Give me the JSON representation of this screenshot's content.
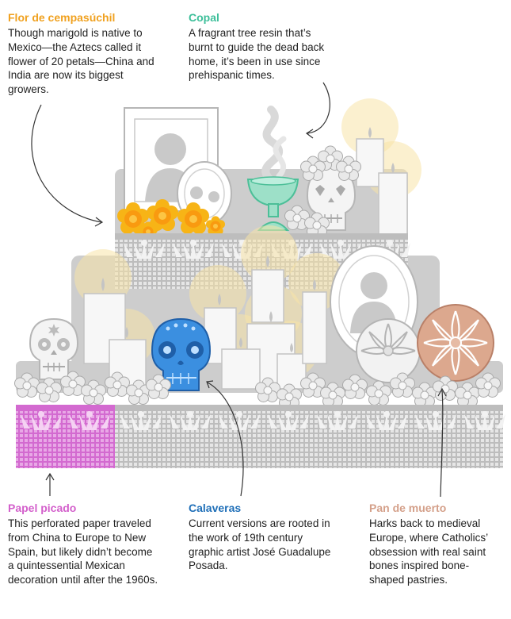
{
  "callouts": {
    "flor": {
      "title": "Flor de cempasúchil",
      "text": "Though marigold is native to Mexico—the Aztecs called it flower of 20 petals—China and India are now its biggest growers.",
      "color": "#f0a11f"
    },
    "copal": {
      "title": "Copal",
      "text": "A fragrant tree resin that’s burnt to guide the dead back home, it’s been in use since prehispanic times.",
      "color": "#3dbf9a"
    },
    "papel": {
      "title": "Papel picado",
      "text": "This perforated paper traveled from China to Europe to New Spain, but likely didn’t become a quintessential Mexican decoration until after the 1960s.",
      "color": "#d35fcb"
    },
    "calaveras": {
      "title": "Calaveras",
      "text": "Current versions are rooted in the work of 19th century graphic artist José Guadalupe Posada.",
      "color": "#1f6fb8"
    },
    "pan": {
      "title": "Pan de muerto",
      "text": "Harks back to medieval Europe, where Catholics’ obsession with real saint bones inspired bone-shaped pastries.",
      "color": "#d4a08a"
    }
  },
  "colors": {
    "altar_gray": "#cdcdcd",
    "paper_gray": "#bdbdbd",
    "candle_glow": "#f8e3a8",
    "marigold": "#f7b416",
    "calavera_blue": "#3b8fe0",
    "copal_cup": "#9de0c8",
    "pink_paper": "#d36ad0",
    "pan_muerto": "#dca88e"
  },
  "icons": [
    "marigold-icon",
    "sugar-skull-icon",
    "copal-cup-icon",
    "smoke-icon",
    "candle-icon",
    "picture-frame-icon",
    "pan-de-muerto-icon",
    "papel-picado-icon"
  ]
}
